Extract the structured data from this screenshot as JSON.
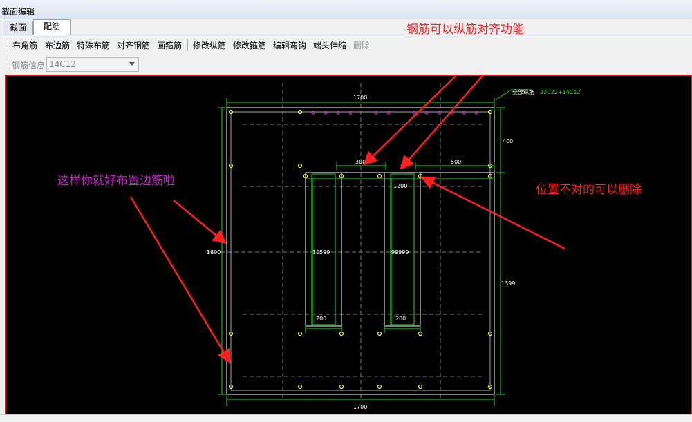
{
  "window": {
    "title": "截面编辑"
  },
  "tabs": [
    {
      "label": "截面"
    },
    {
      "label": "配筋"
    }
  ],
  "toolbar": {
    "buttons": [
      "布角筋",
      "布边筋",
      "特殊布筋",
      "对齐钢筋",
      "画箍筋",
      "修改纵筋",
      "修改箍筋",
      "编辑弯钩",
      "端头伸缩",
      "删除"
    ]
  },
  "info": {
    "label": "钢筋信息",
    "value": "14C12"
  },
  "drawing": {
    "dim_top": "1700",
    "dim_bottom": "1700",
    "dim_left": "1800",
    "dim_right_top": "400",
    "dim_right_main": "1399",
    "all_long_label": "全部纵筋",
    "all_long_value": "22C22+14C12",
    "dim_300": "300",
    "dim_500": "500",
    "dim_1200": "1200",
    "dim_left_inner": "10599",
    "dim_right_inner": "99999",
    "dim_200_left": "200",
    "dim_200_right": "200"
  },
  "annotations": {
    "note1": "钢筋可以纵筋对齐功能",
    "note2": "这样你就好布置边筋啦",
    "note3": "位置不对的可以删除"
  },
  "colors": {
    "annotation": "#ff2020",
    "purple": "#cc22cc",
    "green": "#22dd22",
    "canvas": "#000000"
  }
}
